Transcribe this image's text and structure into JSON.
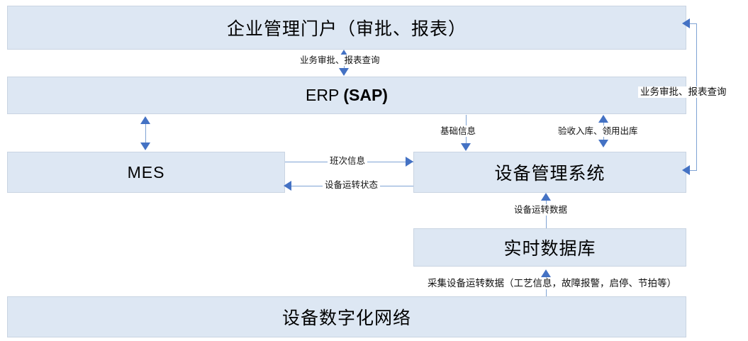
{
  "diagram": {
    "title_nodes": {
      "portal": "企业管理门户（审批、报表）",
      "erp_plain": "ERP ",
      "erp_bold": "(SAP)",
      "mes": "MES",
      "equipment": "设备管理系统",
      "realtime_db": "实时数据库",
      "network": "设备数字化网络"
    },
    "edge_labels": {
      "portal_erp": "业务审批、报表查询",
      "right_return": "业务审批、报表查询",
      "erp_equipment_basic": "基础信息",
      "erp_equipment_stock": "验收入库、领用出库",
      "mes_to_equipment": "班次信息",
      "equipment_to_mes": "设备运转状态",
      "db_to_equipment": "设备运转数据",
      "network_to_db": "采集设备运转数据（工艺信息，故障报警，启停、节拍等）"
    },
    "colors": {
      "node_fill": "#dde7f3",
      "node_border": "#c9d4e2",
      "arrow": "#4472c4",
      "connector_line": "#7fa3d4",
      "background": "#ffffff"
    }
  }
}
